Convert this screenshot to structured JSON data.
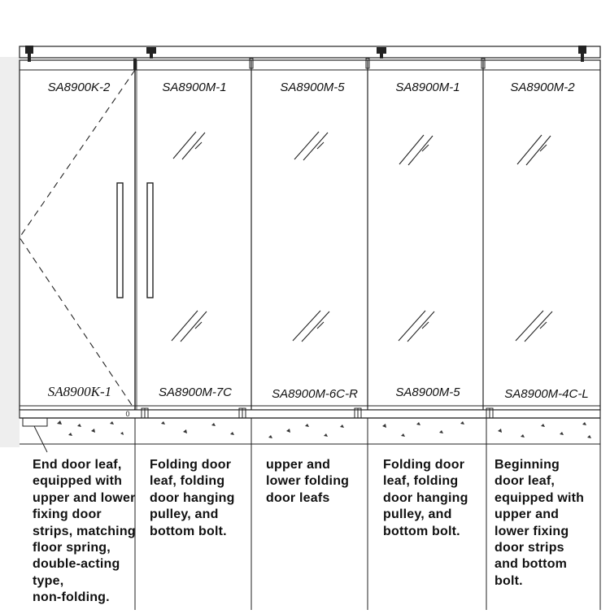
{
  "panels": [
    {
      "top_label": "SA8900K-2",
      "bottom_label": "SA8900K-1"
    },
    {
      "top_label": "SA8900M-1",
      "bottom_label": "SA8900M-7C"
    },
    {
      "top_label": "SA8900M-5",
      "bottom_label": "SA8900M-6C-R"
    },
    {
      "top_label": "SA8900M-1",
      "bottom_label": "SA8900M-5"
    },
    {
      "top_label": "SA8900M-2",
      "bottom_label": "SA8900M-4C-L"
    }
  ],
  "descriptions": [
    {
      "lines": [
        "End door leaf,",
        "equipped with",
        "upper and lower",
        "fixing door",
        "strips, matching",
        "floor spring,",
        "double-acting",
        "type,",
        "non-folding."
      ]
    },
    {
      "lines": [
        "Folding door",
        "leaf, folding",
        "door hanging",
        "pulley, and",
        "bottom bolt."
      ]
    },
    {
      "lines": [
        "upper and",
        "lower folding",
        "door leafs"
      ]
    },
    {
      "lines": [
        "Folding door",
        "leaf, folding",
        "door hanging",
        "pulley, and",
        "bottom bolt."
      ]
    },
    {
      "lines": [
        "Beginning",
        "door leaf,",
        "equipped with",
        "upper and",
        "lower fixing",
        "door strips",
        "and bottom",
        "bolt."
      ]
    }
  ],
  "pivot_mark": "0"
}
